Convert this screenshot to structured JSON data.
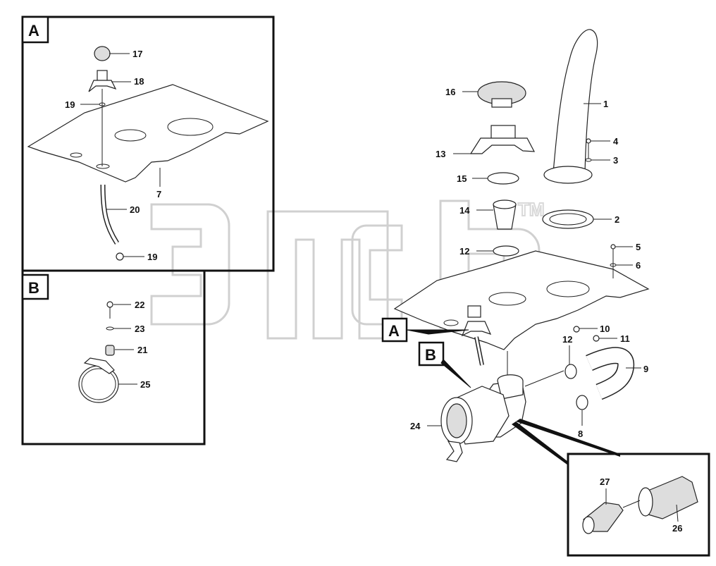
{
  "detail_labels": {
    "A": "A",
    "B": "B"
  },
  "watermark": {
    "trademark": "TM"
  },
  "parts": {
    "p1": "1",
    "p2": "2",
    "p3": "3",
    "p4": "4",
    "p5": "5",
    "p6": "6",
    "p7": "7",
    "p8": "8",
    "p9": "9",
    "p10": "10",
    "p11": "11",
    "p12a": "12",
    "p12b": "12",
    "p13": "13",
    "p14": "14",
    "p15": "15",
    "p16": "16",
    "p17": "17",
    "p18": "18",
    "p19a": "19",
    "p19b": "19",
    "p20": "20",
    "p21": "21",
    "p22": "22",
    "p23": "23",
    "p24": "24",
    "p25": "25",
    "p26": "26",
    "p27": "27"
  }
}
